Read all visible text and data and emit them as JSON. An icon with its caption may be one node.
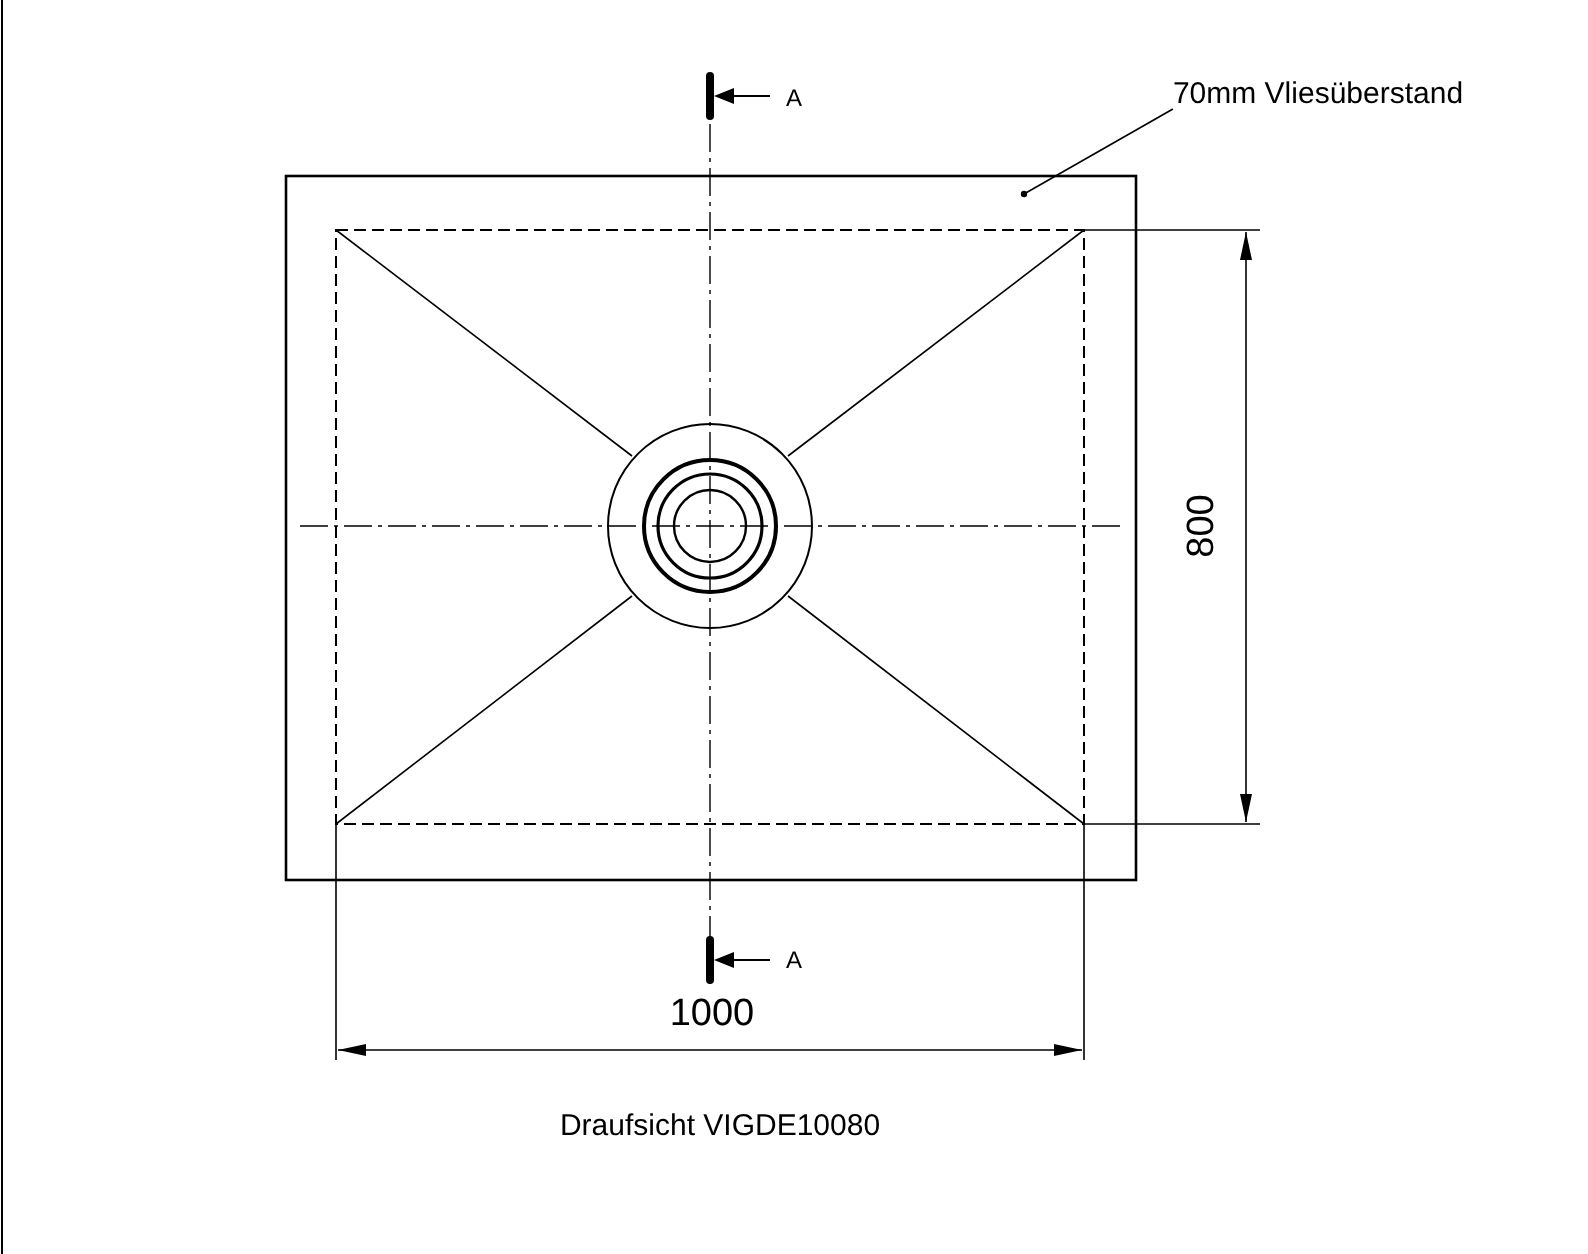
{
  "diagram": {
    "caption": "Draufsicht VIGDE10080",
    "nodes": [
      {
        "text": [
          "70mm Vliesüberstand"
        ]
      },
      {
        "text": [],
        "shape": "box"
      }
    ],
    "edges": [
      {
        "from": 0,
        "to": 1,
        "arrow": "other"
      }
    ],
    "labels": [
      "A",
      "A",
      "800",
      "1000"
    ]
  }
}
